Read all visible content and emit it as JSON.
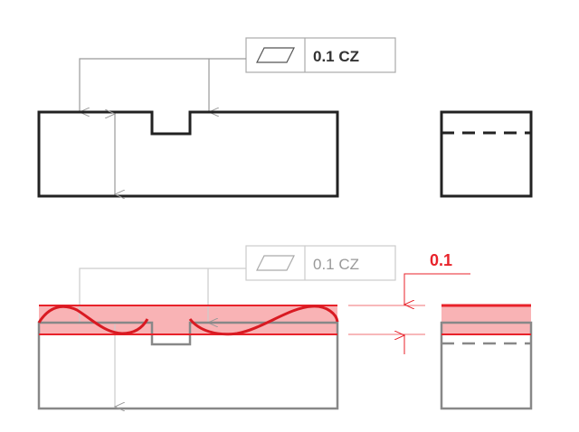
{
  "top_view": {
    "feature_control_frame": {
      "symbol": "flatness-icon",
      "tolerance": "0.1 CZ"
    }
  },
  "bottom_view": {
    "feature_control_frame": {
      "symbol": "flatness-icon",
      "tolerance": "0.1 CZ"
    },
    "tolerance_zone_label": "0.1"
  },
  "colors": {
    "part": "#222222",
    "faded": "#999999",
    "zone": "#e8222a",
    "zone_fill": "#f9b3b5"
  }
}
